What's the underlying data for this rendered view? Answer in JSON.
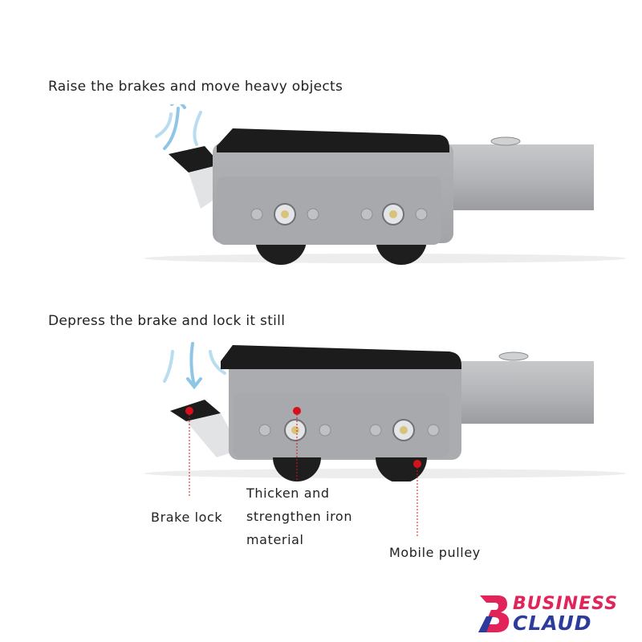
{
  "top_caption": "Raise the brakes and move heavy objects",
  "bottom_caption": "Depress the brake and lock it still",
  "labels": {
    "brake_lock": "Brake lock",
    "thicken_1": "Thicken and",
    "thicken_2": "strengthen iron",
    "thicken_3": "material",
    "mobile_pulley": "Mobile pulley"
  },
  "logo": {
    "line1": "BUSINESS",
    "line2": "CLAUD"
  },
  "colors": {
    "arrow": "#8fc6e8",
    "marker": "#d8101c",
    "bracket": "#a9abae",
    "pad": "#1c1c1c",
    "logo_red": "#e1245a",
    "logo_blue": "#2d3b9c"
  }
}
